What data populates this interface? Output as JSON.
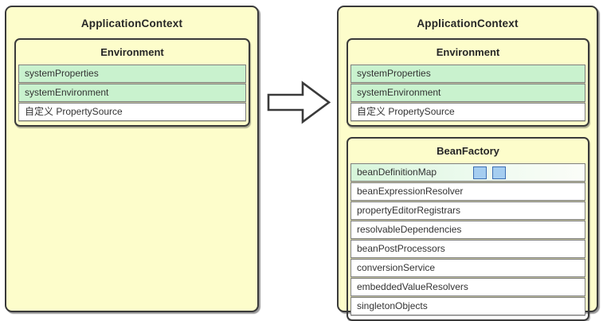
{
  "left_panel": {
    "title": "ApplicationContext",
    "environment": {
      "title": "Environment",
      "rows": [
        "systemProperties",
        "systemEnvironment",
        "自定义 PropertySource"
      ]
    }
  },
  "right_panel": {
    "title": "ApplicationContext",
    "environment": {
      "title": "Environment",
      "rows": [
        "systemProperties",
        "systemEnvironment",
        "自定义 PropertySource"
      ]
    },
    "bean_factory": {
      "title": "BeanFactory",
      "rows": [
        "beanDefinitionMap",
        "beanExpressionResolver",
        "propertyEditorRegistrars",
        "resolvableDependencies",
        "beanPostProcessors",
        "conversionService",
        "embeddedValueResolvers",
        "singletonObjects"
      ]
    }
  },
  "icons": {
    "right_arrow": "block arrow pointing right",
    "map_entry_square_count": 2
  },
  "colors": {
    "panel_bg": "#FDFDCB",
    "highlight_green": "#C9F2CE",
    "map_square_fill": "#A5CDF0",
    "map_square_border": "#3D6FB4",
    "border_dark": "#3A3A3A",
    "cell_border_gray": "#7F7F7F"
  }
}
